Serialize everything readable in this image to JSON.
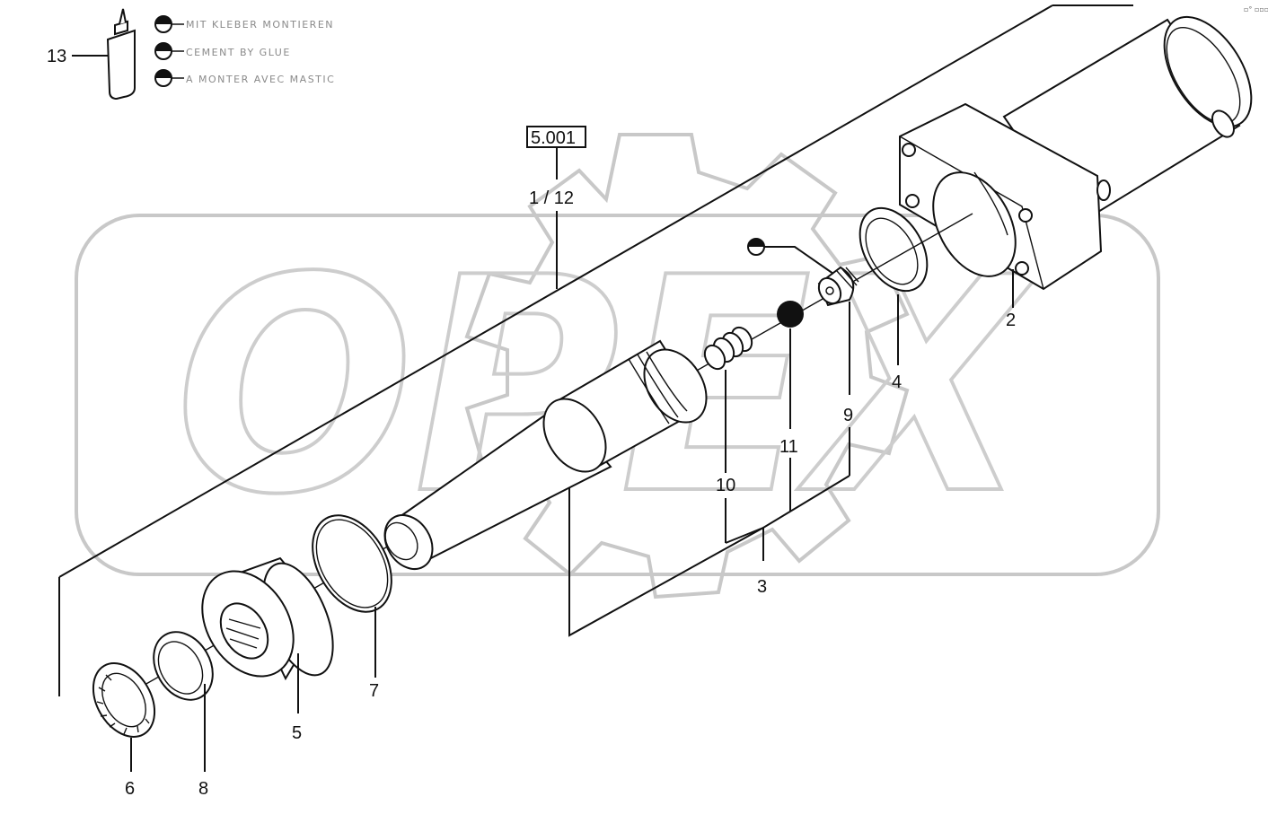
{
  "watermark": {
    "text": "OPEX"
  },
  "legend": {
    "items": [
      {
        "text": "MIT KLEBER MONTIEREN",
        "symbol": "half-filled-circle-icon"
      },
      {
        "text": "CEMENT BY GLUE",
        "symbol": "half-filled-circle-icon"
      },
      {
        "text": "A MONTER AVEC MASTIC",
        "symbol": "half-filled-circle-icon"
      }
    ]
  },
  "reference": {
    "box": "5.001",
    "sub": "1 / 12"
  },
  "corner_mark": "▫° ▫▫▫",
  "callouts": {
    "c13": "13",
    "c2": "2",
    "c3": "3",
    "c4": "4",
    "c5": "5",
    "c6": "6",
    "c7": "7",
    "c8": "8",
    "c9": "9",
    "c10": "10",
    "c11": "11"
  },
  "colors": {
    "line": "#111111",
    "watermark": "#c8c8c8",
    "legend_text": "#8a8a8a"
  }
}
